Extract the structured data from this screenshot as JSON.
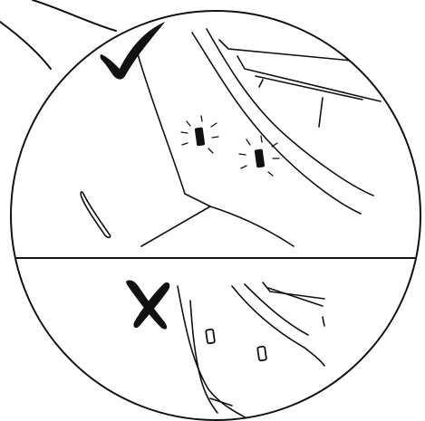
{
  "figure": {
    "kind": "illustration",
    "palette": {
      "ink": "#111111",
      "background": "#ffffff"
    },
    "sections": [
      {
        "id": "correct",
        "mark_icon": "check-mark-icon",
        "lights_shown": 2,
        "lights_state": "lit"
      },
      {
        "id": "incorrect",
        "mark_icon": "x-mark-icon",
        "lights_shown": 2,
        "lights_state": "off"
      }
    ]
  }
}
